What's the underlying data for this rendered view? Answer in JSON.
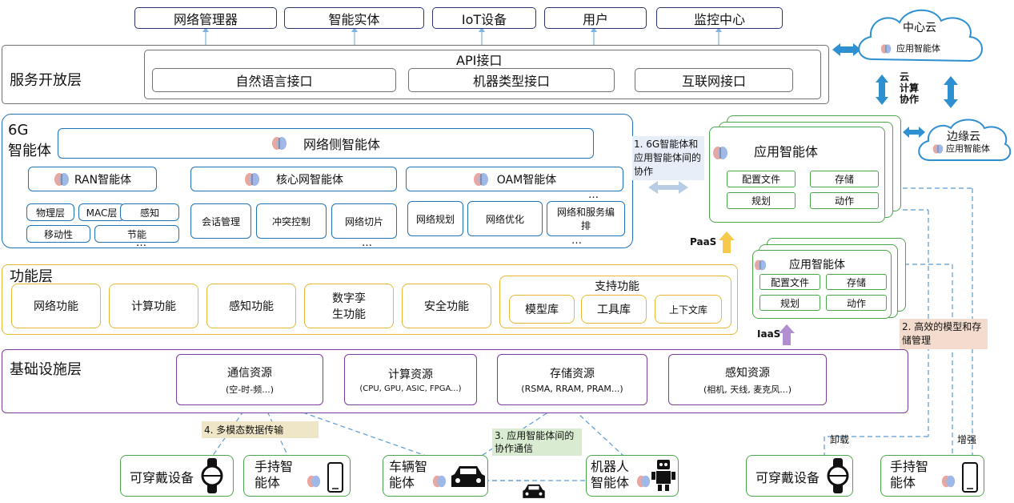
{
  "top_entities": [
    "网络管理器",
    "智能实体",
    "IoT设备",
    "用户",
    "监控中心"
  ],
  "service_layer": {
    "title": "服务开放层",
    "api_label": "API接口",
    "interfaces": [
      "自然语言接口",
      "机器类型接口",
      "互联网接口"
    ]
  },
  "clouds": {
    "center": {
      "title": "中心云",
      "sub": "应用智能体"
    },
    "edge": {
      "title": "边缘云",
      "sub": "应用智能体"
    },
    "collab": "云\n计算\n协作"
  },
  "g6": {
    "title_line1": "6G",
    "title_line2": "智能体",
    "network_agent": "网络侧智能体",
    "ran": {
      "title": "RAN智能体",
      "items": [
        "物理层",
        "MAC层",
        "感知",
        "移动性",
        "节能"
      ]
    },
    "core": {
      "title": "核心网智能体",
      "items": [
        "会话管理",
        "冲突控制",
        "网络切片"
      ]
    },
    "oam": {
      "title": "OAM智能体",
      "items": [
        "网络规划",
        "网络优化",
        "网络和服务编排"
      ]
    },
    "ellipsis": "…"
  },
  "collab_note": "1. 6G智能体和应用智能体间的协作",
  "app_agent_top": {
    "title": "应用智能体",
    "items": [
      "配置文件",
      "存储",
      "规划",
      "动作"
    ]
  },
  "app_agent_bottom": {
    "title": "应用智能体",
    "items": [
      "配置文件",
      "存储",
      "规划",
      "动作"
    ]
  },
  "paas": "PaaS",
  "iaas": "IaaS",
  "function_layer": {
    "title": "功能层",
    "items": [
      "网络功能",
      "计算功能",
      "感知功能",
      "数字孪生功能",
      "安全功能"
    ],
    "support": {
      "title": "支持功能",
      "items": [
        "模型库",
        "工具库",
        "上下文库"
      ]
    }
  },
  "note2": "2. 高效的模型和存储管理",
  "infra_layer": {
    "title": "基础设施层",
    "resources": [
      {
        "title": "通信资源",
        "sub": "(空-时-频...)"
      },
      {
        "title": "计算资源",
        "sub": "(CPU, GPU, ASIC, FPGA...)"
      },
      {
        "title": "存储资源",
        "sub": "(RSMA, RRAM, PRAM...)"
      },
      {
        "title": "感知资源",
        "sub": "(相机, 天线, 麦克风...)"
      }
    ]
  },
  "note3": "3. 应用智能体间的协作通信",
  "note4": "4. 多模态数据传输",
  "unload": "卸载",
  "enhance": "增强",
  "devices": {
    "wearable_left": "可穿戴设备",
    "handheld_left": "手持智能体",
    "vehicle": "车辆智能体",
    "robot": "机器人智能体",
    "wearable_right": "可穿戴设备",
    "handheld_right": "手持智能体"
  },
  "colors": {
    "blue": "#1f73b7",
    "navy": "#2a3570",
    "green": "#4aa64a",
    "gold": "#e8b832",
    "purple": "#7a3d9b",
    "gray": "#707070",
    "dash": "#5b9bd5"
  }
}
